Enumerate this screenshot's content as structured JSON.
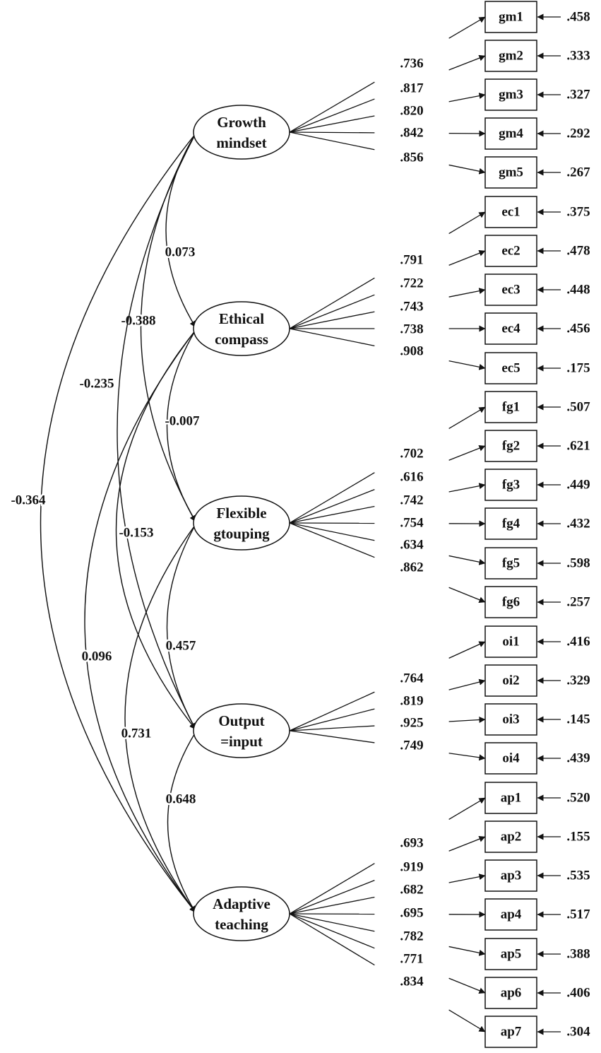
{
  "factors": [
    {
      "id": "gm",
      "lines": [
        "Growth",
        "mindset"
      ]
    },
    {
      "id": "ec",
      "lines": [
        "Ethical",
        "compass"
      ]
    },
    {
      "id": "fg",
      "lines": [
        "Flexible",
        "gtouping"
      ]
    },
    {
      "id": "oi",
      "lines": [
        "Output",
        "=input"
      ]
    },
    {
      "id": "ap",
      "lines": [
        "Adaptive",
        "teaching"
      ]
    }
  ],
  "indicators": [
    {
      "factor": "gm",
      "label": "gm1",
      "loading": ".736",
      "error": ".458"
    },
    {
      "factor": "gm",
      "label": "gm2",
      "loading": ".817",
      "error": ".333"
    },
    {
      "factor": "gm",
      "label": "gm3",
      "loading": ".820",
      "error": ".327"
    },
    {
      "factor": "gm",
      "label": "gm4",
      "loading": ".842",
      "error": ".292"
    },
    {
      "factor": "gm",
      "label": "gm5",
      "loading": ".856",
      "error": ".267"
    },
    {
      "factor": "ec",
      "label": "ec1",
      "loading": ".791",
      "error": ".375"
    },
    {
      "factor": "ec",
      "label": "ec2",
      "loading": ".722",
      "error": ".478"
    },
    {
      "factor": "ec",
      "label": "ec3",
      "loading": ".743",
      "error": ".448"
    },
    {
      "factor": "ec",
      "label": "ec4",
      "loading": ".738",
      "error": ".456"
    },
    {
      "factor": "ec",
      "label": "ec5",
      "loading": ".908",
      "error": ".175"
    },
    {
      "factor": "fg",
      "label": "fg1",
      "loading": ".702",
      "error": ".507"
    },
    {
      "factor": "fg",
      "label": "fg2",
      "loading": ".616",
      "error": ".621"
    },
    {
      "factor": "fg",
      "label": "fg3",
      "loading": ".742",
      "error": ".449"
    },
    {
      "factor": "fg",
      "label": "fg4",
      "loading": ".754",
      "error": ".432"
    },
    {
      "factor": "fg",
      "label": "fg5",
      "loading": ".634",
      "error": ".598"
    },
    {
      "factor": "fg",
      "label": "fg6",
      "loading": ".862",
      "error": ".257"
    },
    {
      "factor": "oi",
      "label": "oi1",
      "loading": ".764",
      "error": ".416"
    },
    {
      "factor": "oi",
      "label": "oi2",
      "loading": ".819",
      "error": ".329"
    },
    {
      "factor": "oi",
      "label": "oi3",
      "loading": ".925",
      "error": ".145"
    },
    {
      "factor": "oi",
      "label": "oi4",
      "loading": ".749",
      "error": ".439"
    },
    {
      "factor": "ap",
      "label": "ap1",
      "loading": ".693",
      "error": ".520"
    },
    {
      "factor": "ap",
      "label": "ap2",
      "loading": ".919",
      "error": ".155"
    },
    {
      "factor": "ap",
      "label": "ap3",
      "loading": ".682",
      "error": ".535"
    },
    {
      "factor": "ap",
      "label": "ap4",
      "loading": ".695",
      "error": ".517"
    },
    {
      "factor": "ap",
      "label": "ap5",
      "loading": ".782",
      "error": ".388"
    },
    {
      "factor": "ap",
      "label": "ap6",
      "loading": ".771",
      "error": ".406"
    },
    {
      "factor": "ap",
      "label": "ap7",
      "loading": ".834",
      "error": ".304"
    }
  ],
  "correlations": [
    {
      "from": "gm",
      "to": "ec",
      "value": "0.073"
    },
    {
      "from": "gm",
      "to": "fg",
      "value": "-0.388"
    },
    {
      "from": "gm",
      "to": "oi",
      "value": "-0.235"
    },
    {
      "from": "gm",
      "to": "ap",
      "value": "-0.364"
    },
    {
      "from": "ec",
      "to": "fg",
      "value": "-0.007"
    },
    {
      "from": "ec",
      "to": "oi",
      "value": "-0.153"
    },
    {
      "from": "ec",
      "to": "ap",
      "value": "0.096"
    },
    {
      "from": "fg",
      "to": "oi",
      "value": "0.457"
    },
    {
      "from": "fg",
      "to": "ap",
      "value": "0.731"
    },
    {
      "from": "oi",
      "to": "ap",
      "value": "0.648"
    }
  ]
}
